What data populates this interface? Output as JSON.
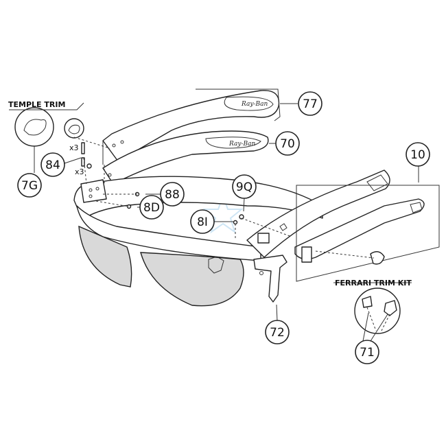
{
  "diagram": {
    "labels": {
      "temple_trim": "TEMPLE TRIM",
      "ferrari_trim_kit": "FERRARI TRIM KIT"
    },
    "quantities": {
      "qty_upper": "x3",
      "qty_lower": "x3"
    },
    "brand": {
      "logo_upper": "Ray-Ban",
      "logo_lower": "Ray-Ban"
    },
    "callouts": {
      "c77": "77",
      "c70": "70",
      "c10": "10",
      "c84": "84",
      "c7G": "7G",
      "c88": "88",
      "c8D": "8D",
      "c9Q": "9Q",
      "c8I": "8I",
      "c72": "72",
      "c71": "71"
    }
  }
}
